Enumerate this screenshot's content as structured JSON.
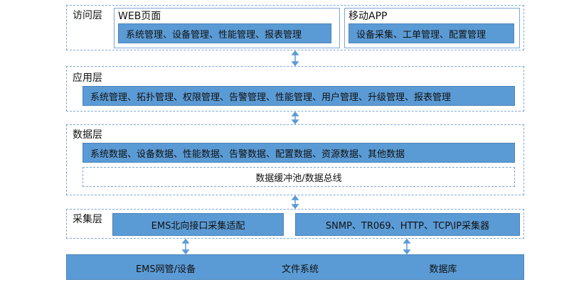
{
  "access_layer": {
    "title": "访问层",
    "web": {
      "title": "WEB页面",
      "bar": "系统管理、设备管理、性能管理、报表管理"
    },
    "app": {
      "title": "移动APP",
      "bar": "设备采集、工单管理、配置管理"
    }
  },
  "application_layer": {
    "title": "应用层",
    "bar": "系统管理、拓扑管理、权限管理、告警管理、性能管理、用户管理、升级管理、报表管理"
  },
  "data_layer": {
    "title": "数据层",
    "bar": "系统数据、设备数据、性能数据、告警数据、配置数据、资源数据、其他数据",
    "cache": "数据缓冲池/数据总线"
  },
  "collection_layer": {
    "title": "采集层",
    "ems": "EMS北向接口采集适配",
    "protocols": "SNMP、TR069、HTTP、TCP\\IP采集器"
  },
  "bottom_bar": {
    "items": [
      "EMS网管/设备",
      "文件系统",
      "数据库"
    ]
  },
  "colors": {
    "bar": "#5b9bd5",
    "border": "#7fa7d6",
    "arrow": "#5b9bd5"
  }
}
